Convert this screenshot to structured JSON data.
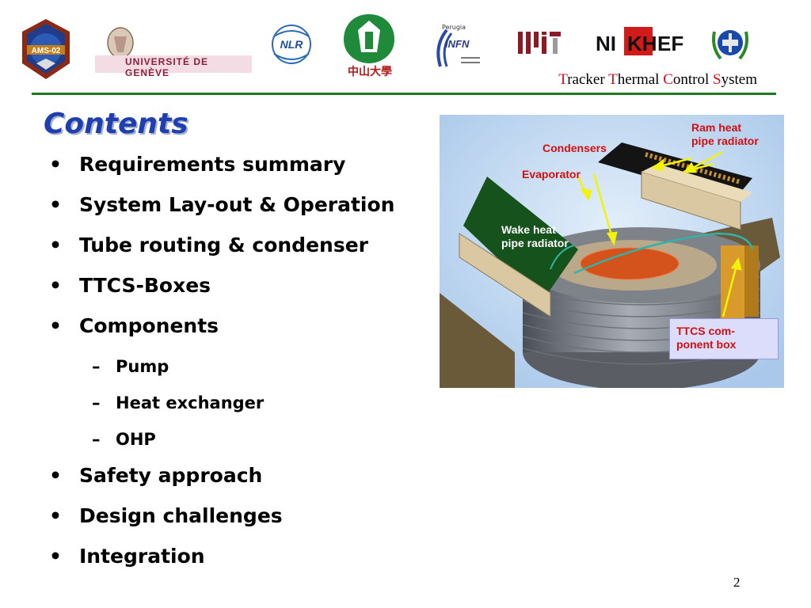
{
  "header": {
    "logos": {
      "ams_badge": "AMS-02",
      "geneve": "UNIVERSITÉ DE GENÈVE",
      "nlr": "NLR",
      "sysu": "中山大學",
      "infn": "INFN",
      "infn_city": "Perugia",
      "mit": "MIT",
      "nikhef": "NIKHEF"
    },
    "system_title": {
      "w1_initial": "T",
      "w1_rest": "racker ",
      "w2_initial": "T",
      "w2_rest": "hermal ",
      "w3_initial": "C",
      "w3_rest": "ontrol ",
      "w4_initial": "S",
      "w4_rest": "ystem"
    }
  },
  "slide": {
    "heading": "Contents",
    "bullets": [
      {
        "level": 1,
        "text": "Requirements summary"
      },
      {
        "level": 1,
        "text": "System Lay-out & Operation"
      },
      {
        "level": 1,
        "text": "Tube routing & condenser"
      },
      {
        "level": 1,
        "text": "TTCS-Boxes"
      },
      {
        "level": 1,
        "text": "Components"
      },
      {
        "level": 2,
        "text": "Pump"
      },
      {
        "level": 2,
        "text": "Heat exchanger"
      },
      {
        "level": 2,
        "text": "OHP"
      },
      {
        "level": 1,
        "text": "Safety approach"
      },
      {
        "level": 1,
        "text": "Design challenges"
      },
      {
        "level": 1,
        "text": "Integration"
      }
    ],
    "page_number": "2"
  },
  "figure": {
    "labels": {
      "ram": "Ram heat\npipe radiator",
      "condensers": "Condensers",
      "evaporator": "Evaporator",
      "wake": "Wake heat\npipe radiator",
      "ttcs": "TTCS com-\nponent box"
    },
    "colors": {
      "label_red": "#d01010",
      "arrow_yellow": "#f2f20a",
      "sky": "#bcd6ef",
      "heading_blue": "#1f3fb0",
      "header_rule": "#1e7a1e"
    }
  }
}
